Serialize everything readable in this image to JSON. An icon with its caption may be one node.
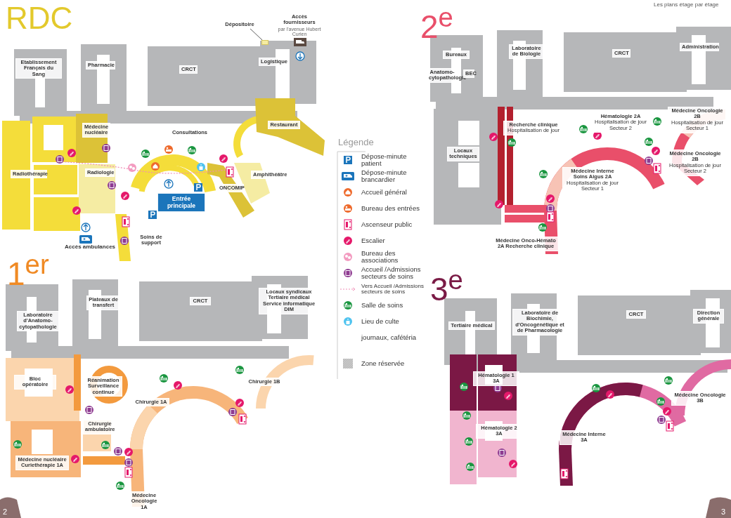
{
  "diagram": {
    "nodes": [
      {
        "text": [
          "Dépositoire"
        ]
      },
      {
        "text": [],
        "shape": "box"
      },
      {
        "text": [
          "Etablissement Français du Sang"
        ]
      },
      {
        "text": [
          "Pharmacie"
        ]
      },
      {
        "text": [
          "CRCT"
        ]
      },
      {
        "text": [
          "Logistique"
        ]
      },
      {
        "text": [
          "Médecine nucléaire"
        ]
      },
      {
        "text": [
          "Consultations"
        ]
      },
      {
        "text": [
          "Restaurant"
        ]
      },
      {
        "text": [
          "Radiothérapie"
        ]
      },
      {
        "text": [
          "Radiologie"
        ]
      },
      {
        "text": [
          "Amphithéâtre"
        ]
      },
      {
        "text": [
          "Entrée principale"
        ]
      },
      {
        "text": [
          "ONCOMIP"
        ]
      },
      {
        "text": [
          "Soins de support"
        ]
      },
      {
        "text": [
          "Bureaux"
        ]
      },
      {
        "text": [
          "Laboratoire de Biologie"
        ]
      },
      {
        "text": [
          "CRCT"
        ]
      },
      {
        "text": [
          "Administration"
        ]
      },
      {
        "text": [
          "Anatomo-cytopathologie"
        ]
      },
      {
        "text": [
          "BEC"
        ]
      },
      {
        "text": [
          "Recherche clinique",
          "Hospitalisation de jour"
        ]
      },
      {
        "text": [
          "Hématologie 2A",
          "Hospitalisation de jour Secteur 2"
        ]
      },
      {
        "text": [
          "Médecine Oncologie 2B",
          "Hospitalisation de jour Secteur 1"
        ]
      },
      {
        "text": [
          "Locaux techniques"
        ]
      },
      {
        "text": [
          "Médecine Oncologie 2B",
          "Hospitalisation de jour Secteur 2"
        ]
      },
      {
        "text": [
          "Médecine Interne Soins Aigus 2A",
          "Hospitalisation de jour Secteur 1"
        ]
      },
      {
        "text": [
          "Médecine Onco-Hémato 2A Recherche clinique"
        ]
      },
      {
        "text": [
          "Laboratoire d'Anatomo-cytopathologie"
        ]
      },
      {
        "text": [
          "Plateaux de transfert"
        ]
      },
      {
        "text": [
          "CRCT"
        ]
      },
      {
        "text": [
          "Locaux syndicaux Tertiaire médical Service informatique DIM"
        ]
      },
      {
        "text": [
          "Bloc opératoire"
        ]
      },
      {
        "text": [
          "Réanimation Surveillance continue"
        ]
      },
      {
        "text": [
          "Chirurgie 1B"
        ]
      },
      {
        "text": [
          "Chirurgie 1A"
        ]
      },
      {
        "text": [
          "Chirurgie ambulatoire"
        ]
      },
      {
        "text": [
          "Médecine nucléaire Curiethérapie 1A"
        ]
      },
      {
        "text": [
          "Médecine Oncologie 1A"
        ]
      },
      {
        "text": [
          "Tertiaire médical"
        ]
      },
      {
        "text": [
          "Laboratoire de Biochimie, d'Oncogénétique et de Pharmacologie"
        ]
      },
      {
        "text": [
          "CRCT"
        ]
      },
      {
        "text": [
          "Direction générale"
        ]
      },
      {
        "text": [
          "Hématologie 1 3A"
        ]
      },
      {
        "text": [
          "Médecine Oncologie 3B"
        ]
      },
      {
        "text": [
          "Hématologie 2 3A"
        ]
      },
      {
        "text": [
          "Médecine Interne 3A"
        ]
      }
    ],
    "edges": [
      {
        "from": 0,
        "to": 1,
        "arrow": "none"
      }
    ],
    "labels": [
      "Les plans étage par étage",
      "RDC",
      "Accès fournisseurs",
      "par l'avenue Hubert Curien",
      "Accès ambulances",
      "2$^{e}$",
      "Légende",
      "1$^{er}$",
      "3$^{e}$",
      "2",
      "3"
    ],
    "legend": [
      {
        "text": "Dépose-minute patient"
      },
      {
        "text": "Dépose-minute brancardier"
      },
      {
        "text": "Accueil général"
      },
      {
        "text": "Bureau des entrées"
      },
      {
        "text": "Ascenseur public"
      },
      {
        "text": "Escalier"
      },
      {
        "text": "Bureau des associations"
      },
      {
        "text": "Accueil /Admissions secteurs de soins"
      },
      {
        "text": "Vers Accueil /Admissions secteurs de soins"
      },
      {
        "text": "Salle de soins"
      },
      {
        "text": "Lieu de culte"
      },
      {
        "text": "journaux, cafétéria"
      },
      {
        "text": "Zone réservée"
      }
    ]
  }
}
